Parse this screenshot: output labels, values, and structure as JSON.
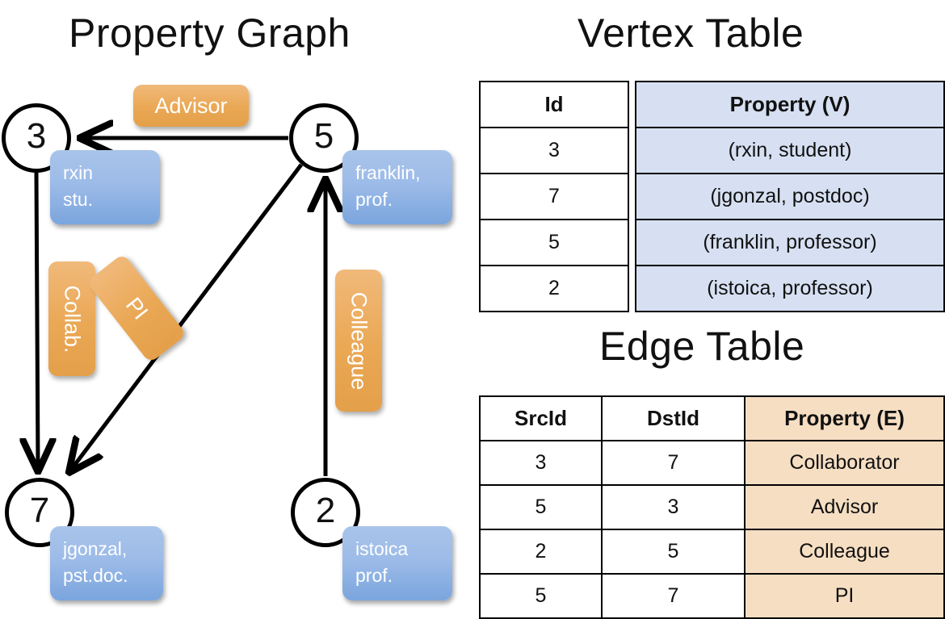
{
  "titles": {
    "property_graph": "Property Graph",
    "vertex_table": "Vertex Table",
    "edge_table": "Edge Table"
  },
  "colors": {
    "vertex_fill": "#d6e0f2",
    "edge_fill": "#f6dec3",
    "vertex_box": "#9dbbe8",
    "edge_label_box": "#eaa855",
    "stroke": "#000000"
  },
  "graph": {
    "nodes": [
      {
        "id": "3",
        "property_lines": [
          "rxin",
          "stu."
        ]
      },
      {
        "id": "5",
        "property_lines": [
          "franklin,",
          "prof."
        ]
      },
      {
        "id": "7",
        "property_lines": [
          "jgonzal,",
          "pst.doc."
        ]
      },
      {
        "id": "2",
        "property_lines": [
          "istoica",
          "prof."
        ]
      }
    ],
    "edge_labels": [
      {
        "name": "advisor",
        "text": "Advisor"
      },
      {
        "name": "collab",
        "text": "Collab."
      },
      {
        "name": "pi",
        "text": "PI"
      },
      {
        "name": "colleague",
        "text": "Colleague"
      }
    ]
  },
  "vertex_table": {
    "headers": {
      "id": "Id",
      "property": "Property (V)"
    },
    "rows": [
      {
        "id": "3",
        "property": "(rxin, student)"
      },
      {
        "id": "7",
        "property": "(jgonzal, postdoc)"
      },
      {
        "id": "5",
        "property": "(franklin, professor)"
      },
      {
        "id": "2",
        "property": "(istoica, professor)"
      }
    ]
  },
  "edge_table": {
    "headers": {
      "src": "SrcId",
      "dst": "DstId",
      "property": "Property (E)"
    },
    "rows": [
      {
        "src": "3",
        "dst": "7",
        "property": "Collaborator"
      },
      {
        "src": "5",
        "dst": "3",
        "property": "Advisor"
      },
      {
        "src": "2",
        "dst": "5",
        "property": "Colleague"
      },
      {
        "src": "5",
        "dst": "7",
        "property": "PI"
      }
    ]
  }
}
